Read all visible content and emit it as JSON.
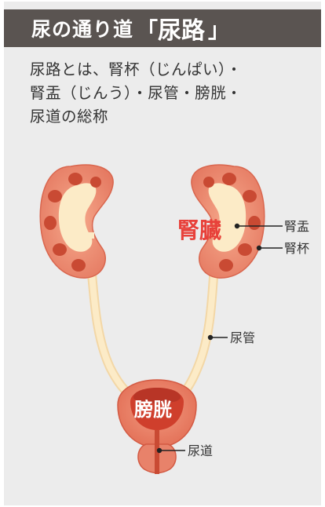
{
  "header": {
    "title": "尿の通り道",
    "open_bracket": "「",
    "term": "尿路",
    "close_bracket": "」"
  },
  "description": {
    "line1": "尿路とは、腎杯（じんぱい）・",
    "line2": "腎盂（じんう）・尿管・膀胱・",
    "line3": "尿道の総称"
  },
  "labels": {
    "kidney": "腎臓",
    "renal_pelvis": "腎盂",
    "renal_calyx": "腎杯",
    "ureter": "尿管",
    "bladder": "膀胱",
    "urethra": "尿道"
  },
  "colors": {
    "header_bg": "#5a5451",
    "panel_bg": "#ececec",
    "organ_outer": "#e8826a",
    "organ_dark": "#c94a33",
    "urine": "#fcebc7",
    "kidney_label": "#e8413a"
  }
}
